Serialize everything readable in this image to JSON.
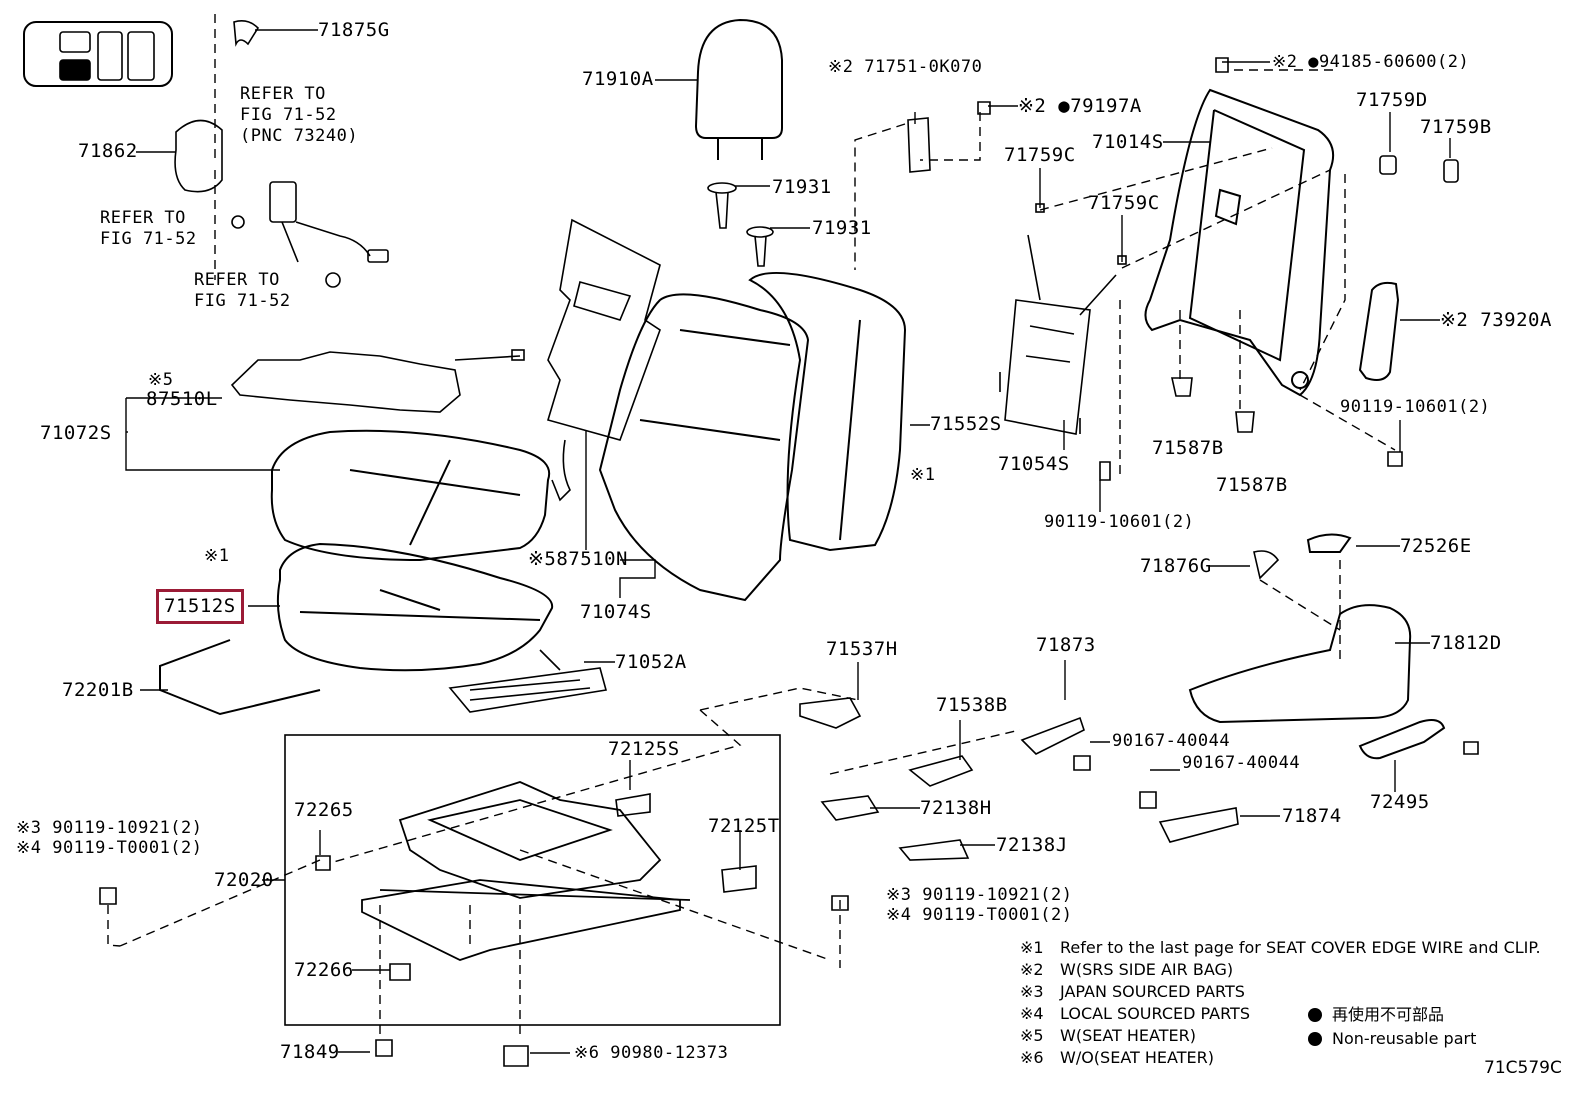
{
  "labels": {
    "p71875G": "71875G",
    "p71862": "71862",
    "p71910A": "71910A",
    "p71751": "※2 71751-0K070",
    "p79197A": "※2 ●79197A",
    "p94185": "※2 ●94185-60600(2)",
    "p71759D": "71759D",
    "p71759B": "71759B",
    "p71014S": "71014S",
    "p71759C_a": "71759C",
    "p71759C_b": "71759C",
    "p71931_a": "71931",
    "p71931_b": "71931",
    "p73920A": "※2 73920A",
    "p90119_10601_a": "90119-10601(2)",
    "p90119_10601_b": "90119-10601(2)",
    "p87510L_mark": "※5",
    "p87510L": "87510L",
    "p71072S": "71072S",
    "p71552S": "71552S",
    "p71054S": "71054S",
    "p71587B_a": "71587B",
    "p71587B_b": "71587B",
    "p87510N": "※587510N",
    "p71074S": "71074S",
    "p71512S": "71512S",
    "p71052A": "71052A",
    "p72201B": "72201B",
    "p71876G": "71876G",
    "p72526E": "72526E",
    "p71812D": "71812D",
    "p71537H": "71537H",
    "p71873": "71873",
    "p71538B": "71538B",
    "p90167_a": "90167-40044",
    "p90167_b": "90167-40044",
    "p72125S": "72125S",
    "p72125T": "72125T",
    "p72138H": "72138H",
    "p72138J": "72138J",
    "p71874": "71874",
    "p72495": "72495",
    "p72265": "72265",
    "p72020": "72020",
    "p72266": "72266",
    "p71849": "71849",
    "p90980": "※6 90980-12373",
    "p90119_10921_l": "※3 90119-10921(2)",
    "p90119_T0001_l": "※4 90119-T0001(2)",
    "p90119_10921_r": "※3 90119-10921(2)",
    "p90119_T0001_r": "※4 90119-T0001(2)",
    "note1_a": "※1",
    "note1_b": "※1"
  },
  "refer_to": {
    "seatbelt": "REFER TO\nFIG 71-52\n(PNC 73240)",
    "bolt_a": "REFER TO\nFIG 71-52",
    "bolt_b": "REFER TO\nFIG 71-52"
  },
  "legend": [
    {
      "mark": "※1",
      "text": "Refer to the last page for SEAT COVER EDGE WIRE and CLIP."
    },
    {
      "mark": "※2",
      "text": "W(SRS SIDE AIR BAG)"
    },
    {
      "mark": "※3",
      "text": "JAPAN SOURCED PARTS"
    },
    {
      "mark": "※4",
      "text": "LOCAL SOURCED PARTS"
    },
    {
      "mark": "※5",
      "text": "W(SEAT HEATER)"
    },
    {
      "mark": "※6",
      "text": "W/O(SEAT HEATER)"
    }
  ],
  "nonreusable": {
    "jp": "再使用不可部品",
    "en": "Non-reusable part"
  },
  "figure_code": "71C579C",
  "highlight_color": "#9b1b36"
}
